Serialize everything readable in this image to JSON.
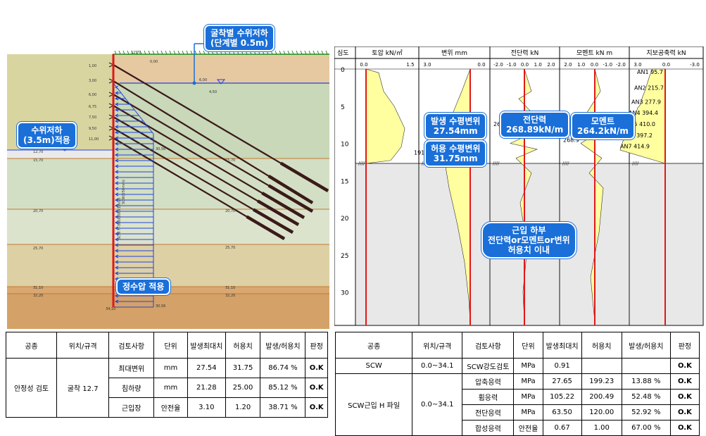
{
  "left_diagram": {
    "elevations_left": [
      "1,00",
      "3,00",
      "6,00",
      "6,75",
      "7,50",
      "9,50",
      "11,00",
      "12,70",
      "15,70",
      "20,70",
      "25,70",
      "31,10",
      "32,20",
      "34,10"
    ],
    "elevations_right": [
      "0,00",
      "4,50",
      "15,70",
      "20,70",
      "25,70",
      "31,10",
      "32,20"
    ],
    "top_label": "12,70",
    "water_inside_label": "6,00",
    "pressure_value_top": "30,56",
    "pressure_value_bottom": "30,56",
    "wall_text_1": "SCW H-300x300x10x15",
    "wall_text_2": "SCW(550mm)"
  },
  "callouts": {
    "excavation": {
      "line1": "굴착별 수위저하",
      "line2": "(단계별 0.5m)"
    },
    "drawdown": {
      "line1": "수위저하",
      "line2": "(3.5m)적용"
    },
    "hydrostatic": "정수압 적용",
    "disp": {
      "line1": "발생 수평변위",
      "line2": "27.54mm"
    },
    "disp_allow": {
      "line1": "허용 수평변위",
      "line2": "31.75mm"
    },
    "shear": {
      "line1": "전단력",
      "line2": "268.89kN/m"
    },
    "moment": {
      "line1": "모멘트",
      "line2": "264.2kN/m"
    },
    "below": {
      "line1": "근입 하부",
      "line2": "전단력or모멘트or변위",
      "line3": "허용치 이내"
    }
  },
  "plots": {
    "depth_header": "심도",
    "depth_ticks": [
      "0",
      "5",
      "10",
      "15",
      "20",
      "25",
      "30"
    ],
    "panels": [
      {
        "title": "토압 kN/㎡",
        "ticks": [
          "0.0",
          "1.5"
        ],
        "label": "191."
      },
      {
        "title": "변위 mm",
        "ticks": [
          "3.0",
          "0.0"
        ],
        "label": "27.5"
      },
      {
        "title": "전단력 kN",
        "ticks": [
          "-2.0",
          "-1.0",
          "0.0",
          "1.0",
          "2.0"
        ],
        "label": "26"
      },
      {
        "title": "모멘트 kN m",
        "ticks": [
          "2.0",
          "1.0",
          "0.0",
          "-1.0",
          "-2.0"
        ],
        "label": "268.9"
      },
      {
        "title": "지보공축력 kN",
        "ticks": [
          "3.0",
          "0.0",
          "-3.0"
        ],
        "label": ""
      }
    ],
    "anchors": [
      {
        "name": "AN1",
        "value": "95.7"
      },
      {
        "name": "AN2",
        "value": "215.7"
      },
      {
        "name": "AN3",
        "value": "277.9"
      },
      {
        "name": "AN4",
        "value": "394.4"
      },
      {
        "name": "AN5",
        "value": "410.0"
      },
      {
        "name": "AN6",
        "value": "397.2"
      },
      {
        "name": "AN7",
        "value": "414.9"
      }
    ]
  },
  "table1": {
    "headers": [
      "공종",
      "위치/규격",
      "검토사항",
      "단위",
      "발생최대치",
      "허용치",
      "발생/허용치",
      "판정"
    ],
    "group": "안정성 검토",
    "location": "굴착 12.7",
    "rows": [
      {
        "item": "최대변위",
        "unit": "mm",
        "occ": "27.54",
        "allow": "31.75",
        "ratio": "86.74 %",
        "result": "O.K"
      },
      {
        "item": "침하량",
        "unit": "mm",
        "occ": "21.28",
        "allow": "25.00",
        "ratio": "85.12 %",
        "result": "O.K"
      },
      {
        "item": "근입장",
        "unit": "안전율",
        "occ": "3.10",
        "allow": "1.20",
        "ratio": "38.71 %",
        "result": "O.K"
      }
    ]
  },
  "table2": {
    "headers": [
      "공종",
      "위치/규격",
      "검토사항",
      "단위",
      "발생최대치",
      "허용치",
      "발생/허용치",
      "판정"
    ],
    "scw": {
      "group": "SCW",
      "location": "0.0~34.1",
      "item": "SCW강도검토",
      "unit": "MPa",
      "occ": "0.91",
      "allow": "",
      "ratio": "",
      "result": "O.K"
    },
    "pile_group": "SCW근입 H 파일",
    "pile_location": "0.0~34.1",
    "rows": [
      {
        "item": "압축응력",
        "unit": "MPa",
        "occ": "27.65",
        "allow": "199.23",
        "ratio": "13.88 %",
        "result": "O.K"
      },
      {
        "item": "휨응력",
        "unit": "MPa",
        "occ": "105.22",
        "allow": "200.49",
        "ratio": "52.48 %",
        "result": "O.K"
      },
      {
        "item": "전단응력",
        "unit": "MPa",
        "occ": "63.50",
        "allow": "120.00",
        "ratio": "52.92 %",
        "result": "O.K"
      },
      {
        "item": "합성응력",
        "unit": "안전율",
        "occ": "0.67",
        "allow": "1.00",
        "ratio": "67.00 %",
        "result": "O.K"
      }
    ]
  }
}
